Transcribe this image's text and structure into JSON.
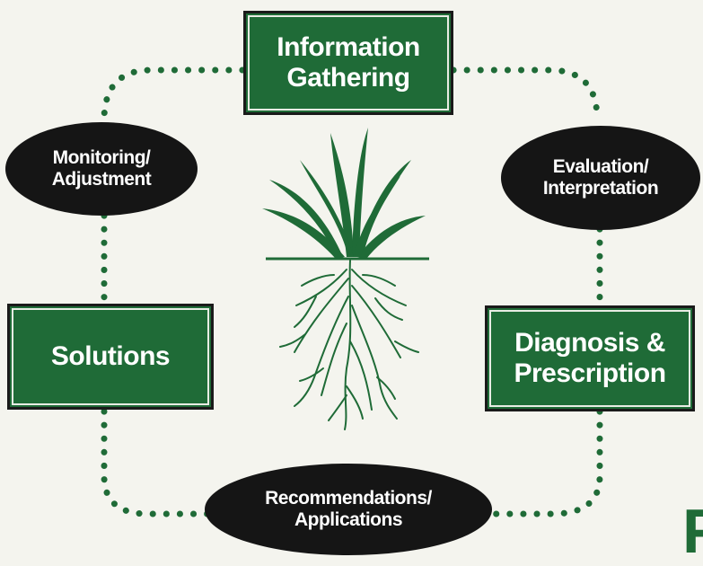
{
  "colors": {
    "green": "#1f6b37",
    "dark": "#151515",
    "background": "#f4f4ee"
  },
  "boxes": {
    "information_gathering": {
      "line1": "Information",
      "line2": "Gathering"
    },
    "diagnosis_prescription": {
      "line1": "Diagnosis &",
      "line2": "Prescription"
    },
    "solutions": {
      "line1": "Solutions"
    }
  },
  "ellipses": {
    "monitoring_adjustment": {
      "line1": "Monitoring/",
      "line2": "Adjustment"
    },
    "evaluation_interpretation": {
      "line1": "Evaluation/",
      "line2": "Interpretation"
    },
    "recommendations_applications": {
      "line1": "Recommendations/",
      "line2": "Applications"
    }
  },
  "corner_letter": "F",
  "icons": {
    "center": "plant-with-roots-icon"
  }
}
